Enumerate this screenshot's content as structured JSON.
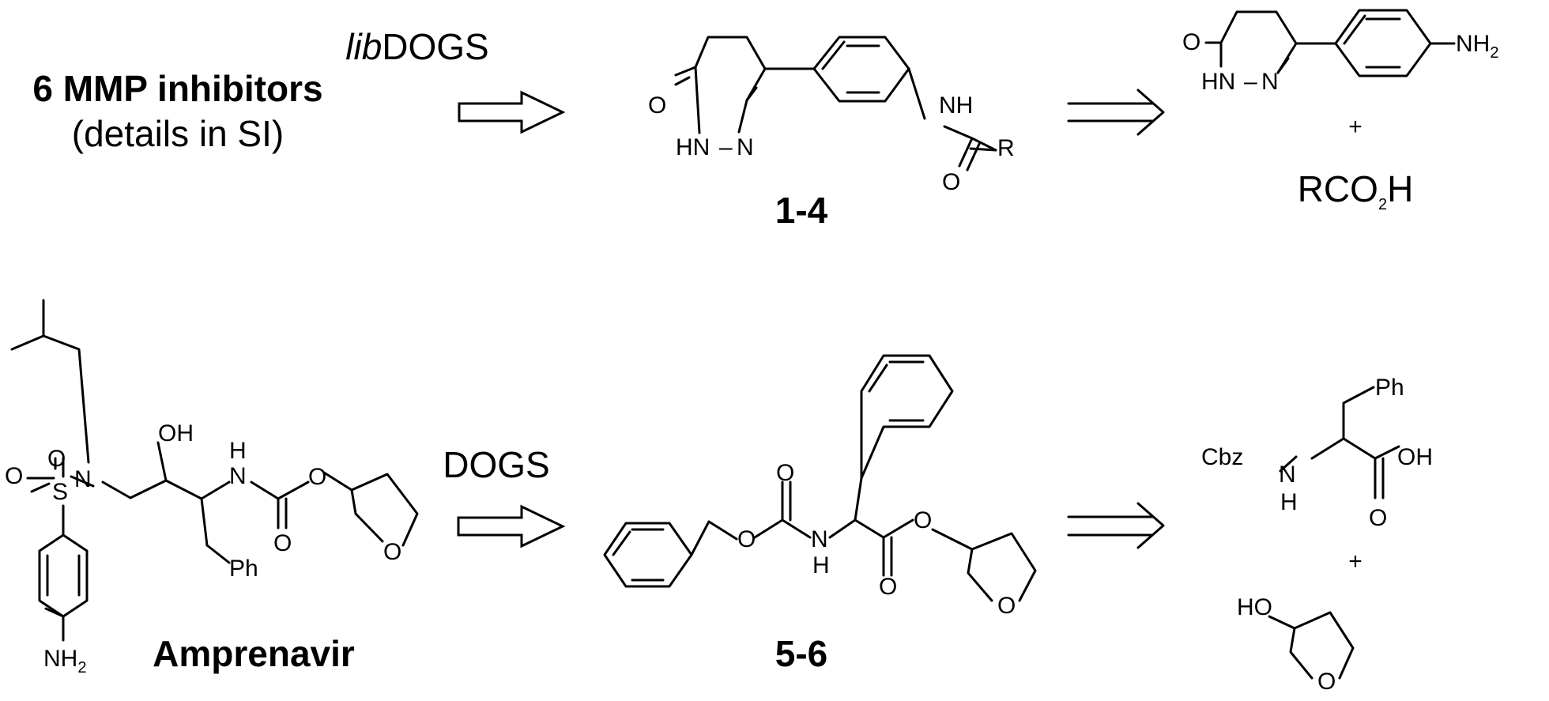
{
  "row1": {
    "heading": "6 MMP inhibitors",
    "heading_note": "(details in SI)",
    "method_prefix": "lib",
    "method_suffix": "DOGS",
    "product_label": "1-4",
    "plus": "+",
    "acid": "RCO",
    "acid_sub": "2",
    "acid_end": "H"
  },
  "row2": {
    "start_label": "Amprenavir",
    "method": "DOGS",
    "product_label": "5-6",
    "plus": "+"
  },
  "atoms": {
    "O": "O",
    "HN": "HN",
    "N": "N",
    "NH": "NH",
    "H": "H",
    "R": "R",
    "S": "S",
    "OH": "OH",
    "HO": "HO",
    "NH2": "NH",
    "sub2": "2",
    "Ph": "Ph",
    "Cbz": "Cbz",
    "dash": "–"
  }
}
